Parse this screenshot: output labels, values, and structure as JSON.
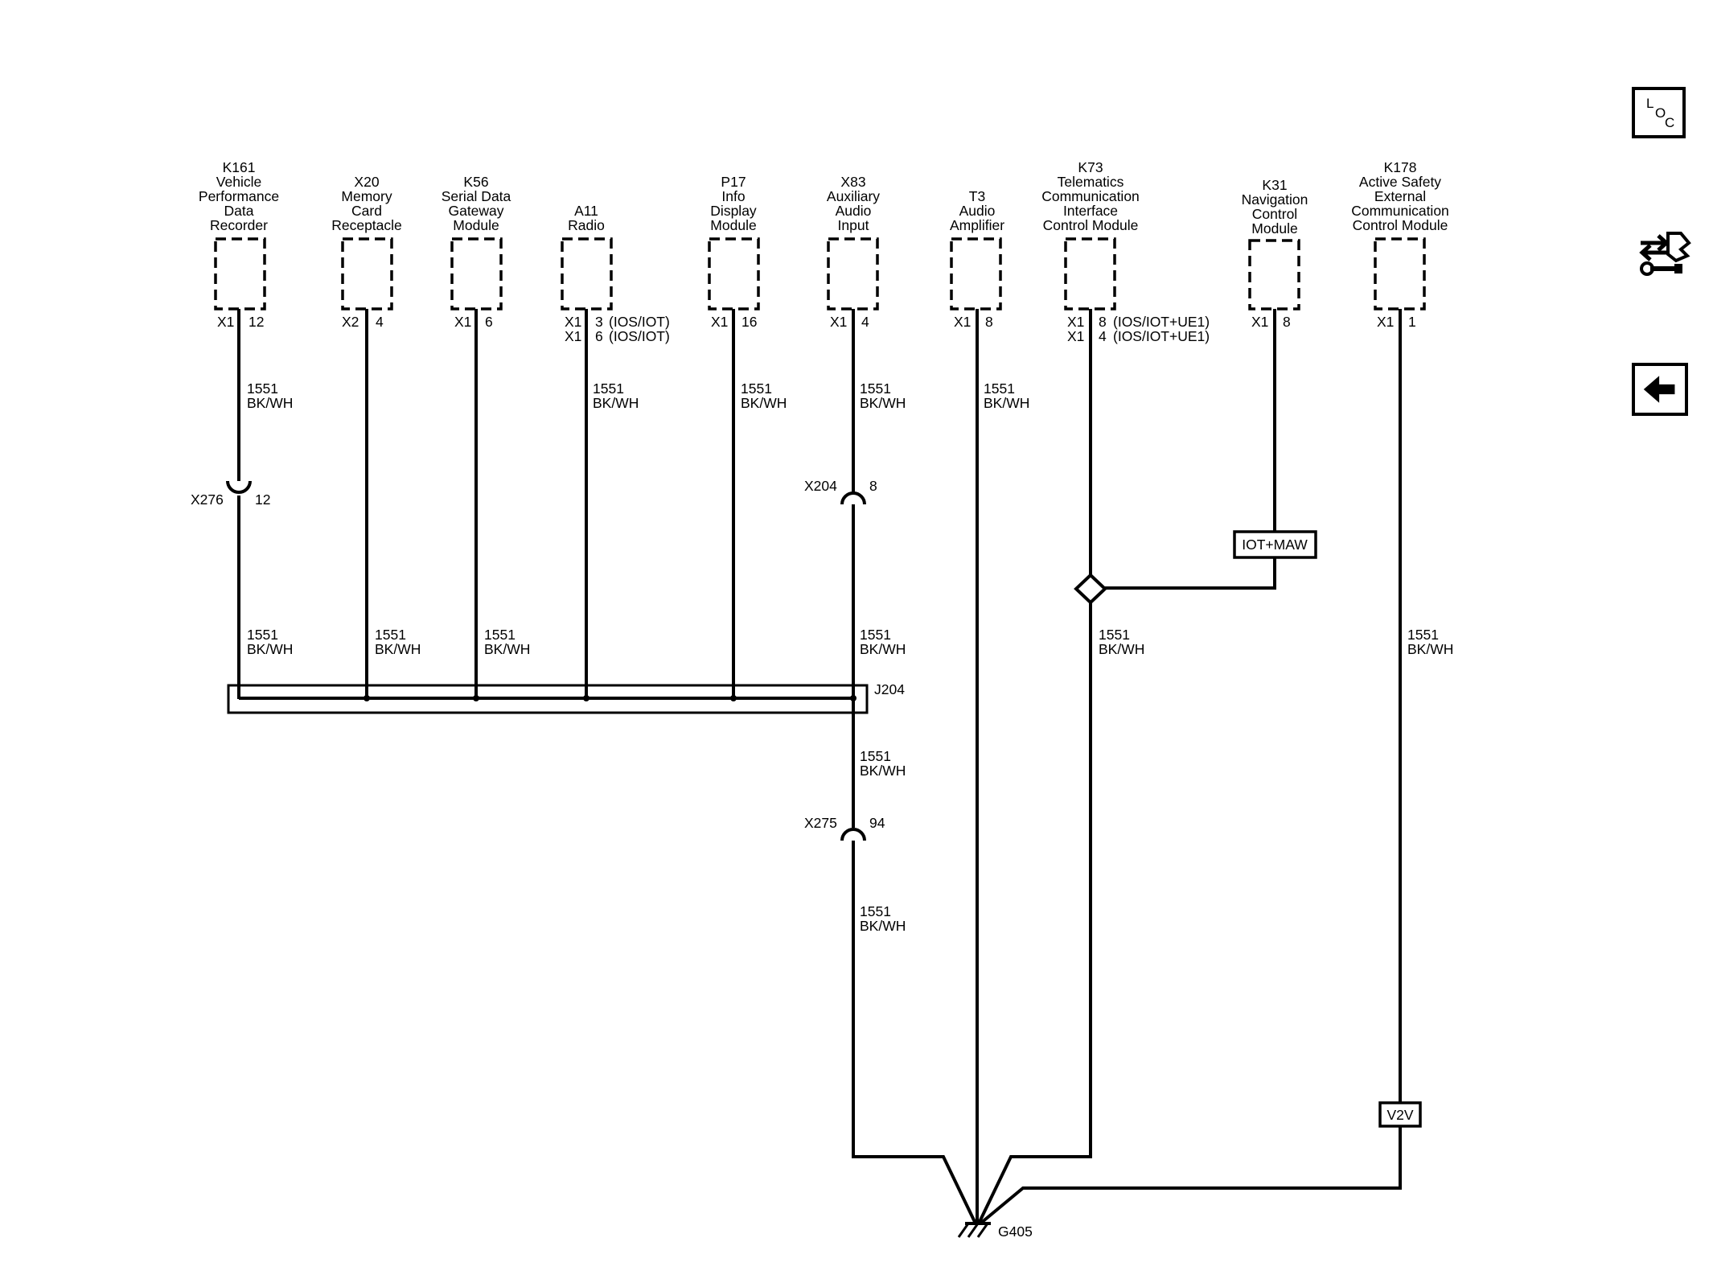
{
  "components": [
    {
      "id": "k161",
      "label": [
        "K161",
        "Vehicle",
        "Performance",
        "Data",
        "Recorder"
      ],
      "pins": [
        {
          "conn": "X1",
          "pin": "12",
          "note": ""
        }
      ]
    },
    {
      "id": "x20",
      "label": [
        "X20",
        "Memory",
        "Card",
        "Receptacle"
      ],
      "pins": [
        {
          "conn": "X2",
          "pin": "4",
          "note": ""
        }
      ]
    },
    {
      "id": "k56",
      "label": [
        "K56",
        "Serial Data",
        "Gateway",
        "Module"
      ],
      "pins": [
        {
          "conn": "X1",
          "pin": "6",
          "note": ""
        }
      ]
    },
    {
      "id": "a11",
      "label": [
        "A11",
        "Radio"
      ],
      "pins": [
        {
          "conn": "X1",
          "pin": "3",
          "note": "(IOS/IOT)"
        },
        {
          "conn": "X1",
          "pin": "6",
          "note": "(IOS/IOT)"
        }
      ]
    },
    {
      "id": "p17",
      "label": [
        "P17",
        "Info",
        "Display",
        "Module"
      ],
      "pins": [
        {
          "conn": "X1",
          "pin": "16",
          "note": ""
        }
      ]
    },
    {
      "id": "x83",
      "label": [
        "X83",
        "Auxiliary",
        "Audio",
        "Input"
      ],
      "pins": [
        {
          "conn": "X1",
          "pin": "4",
          "note": ""
        }
      ]
    },
    {
      "id": "t3",
      "label": [
        "T3",
        "Audio",
        "Amplifier"
      ],
      "pins": [
        {
          "conn": "X1",
          "pin": "8",
          "note": ""
        }
      ]
    },
    {
      "id": "k73",
      "label": [
        "K73",
        "Telematics",
        "Communication",
        "Interface",
        "Control Module"
      ],
      "pins": [
        {
          "conn": "X1",
          "pin": "8",
          "note": "(IOS/IOT+UE1)"
        },
        {
          "conn": "X1",
          "pin": "4",
          "note": "(IOS/IOT+UE1)"
        }
      ]
    },
    {
      "id": "k31",
      "label": [
        "K31",
        "Navigation",
        "Control",
        "Module"
      ],
      "pins": [
        {
          "conn": "X1",
          "pin": "8",
          "note": ""
        }
      ]
    },
    {
      "id": "k178",
      "label": [
        "K178",
        "Active Safety",
        "External",
        "Communication",
        "Control Module"
      ],
      "pins": [
        {
          "conn": "X1",
          "pin": "1",
          "note": ""
        }
      ]
    }
  ],
  "wire": {
    "circuit": "1551",
    "color": "BK/WH"
  },
  "connectors": {
    "x276": {
      "name": "X276",
      "pin": "12"
    },
    "x204": {
      "name": "X204",
      "pin": "8"
    },
    "x275": {
      "name": "X275",
      "pin": "94"
    }
  },
  "splice": {
    "name": "J204"
  },
  "ground": {
    "name": "G405"
  },
  "options": {
    "nav": "IOT+MAW",
    "v2v": "V2V"
  },
  "sidebar": {
    "loc_letters": [
      "L",
      "O",
      "C"
    ],
    "connector_icon": "connector-tool-icon",
    "back_icon": "back-arrow-icon"
  }
}
